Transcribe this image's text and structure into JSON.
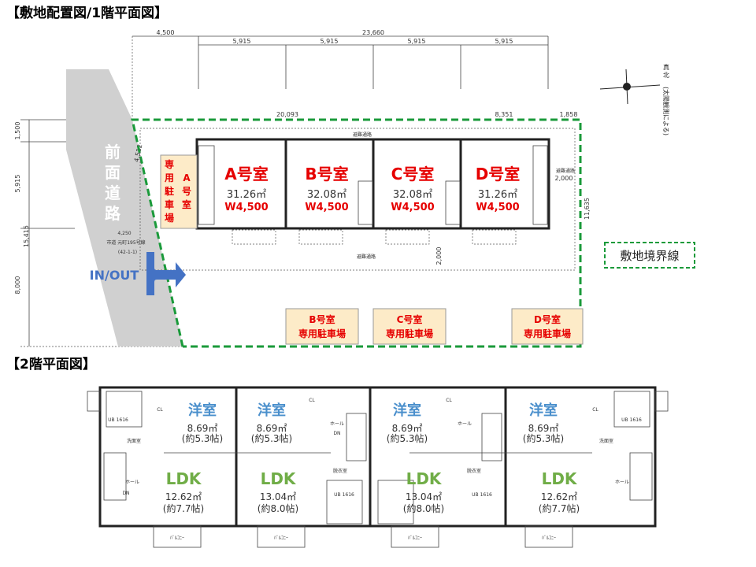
{
  "titles": {
    "site_plan": "【敷地配置図/1階平面図】",
    "second_floor": "【2階平面図】"
  },
  "dimensions": {
    "top_left": "4,500",
    "top_total": "23,660",
    "unit_widths": [
      "5,915",
      "5,915",
      "5,915",
      "5,915"
    ],
    "boundary_top": [
      "20,093",
      "8,351",
      "1,858"
    ],
    "left": [
      "1,500",
      "5,915",
      "15,415",
      "8,000"
    ],
    "right": "11,635",
    "slant": "4,512",
    "evac_right_width": "2,000",
    "evac_bottom_width": "2,000"
  },
  "road": {
    "label_chars": [
      "前",
      "面",
      "道",
      "路"
    ],
    "note1": "市道 元町195号線",
    "note2": "(42-1-1)",
    "width": "4,250"
  },
  "compass": {
    "chars": [
      "真",
      "北"
    ],
    "note": "(太陽観測による)"
  },
  "access": {
    "label": "IN/OUT",
    "color": "#4472c4"
  },
  "evacuation": {
    "top": "避難通路",
    "right": "避難通路",
    "bottom": "避難通路"
  },
  "boundary_label": "敷地境界線",
  "units": [
    {
      "name": "A号室",
      "area": "31.26㎡",
      "width": "W4,500"
    },
    {
      "name": "B号室",
      "area": "32.08㎡",
      "width": "W4,500"
    },
    {
      "name": "C号室",
      "area": "32.08㎡",
      "width": "W4,500"
    },
    {
      "name": "D号室",
      "area": "31.26㎡",
      "width": "W4,500"
    }
  ],
  "parking": {
    "a_col1": [
      "専",
      "用",
      "駐",
      "車",
      "場"
    ],
    "a_col2": [
      "A",
      "号",
      "室"
    ],
    "b": [
      "B号室",
      "専用駐車場"
    ],
    "c": [
      "C号室",
      "専用駐車場"
    ],
    "d": [
      "D号室",
      "専用駐車場"
    ]
  },
  "second_floor": {
    "western_label": "洋室",
    "ldk_label": "LDK",
    "rooms": [
      {
        "western_area": "8.69㎡",
        "western_tatami": "(約5.3帖)",
        "ldk_area": "12.62㎡",
        "ldk_tatami": "(約7.7帖)"
      },
      {
        "western_area": "8.69㎡",
        "western_tatami": "(約5.3帖)",
        "ldk_area": "13.04㎡",
        "ldk_tatami": "(約8.0帖)"
      },
      {
        "western_area": "8.69㎡",
        "western_tatami": "(約5.3帖)",
        "ldk_area": "13.04㎡",
        "ldk_tatami": "(約8.0帖)"
      },
      {
        "western_area": "8.69㎡",
        "western_tatami": "(約5.3帖)",
        "ldk_area": "12.62㎡",
        "ldk_tatami": "(約7.7帖)"
      }
    ],
    "small": {
      "ub": "UB 1616",
      "wash": "洗面室",
      "hall": "ホール",
      "cl": "CL",
      "dress": "脱衣室",
      "dn": "DN",
      "balcony": "ﾊﾞﾙｺﾆｰ"
    }
  }
}
